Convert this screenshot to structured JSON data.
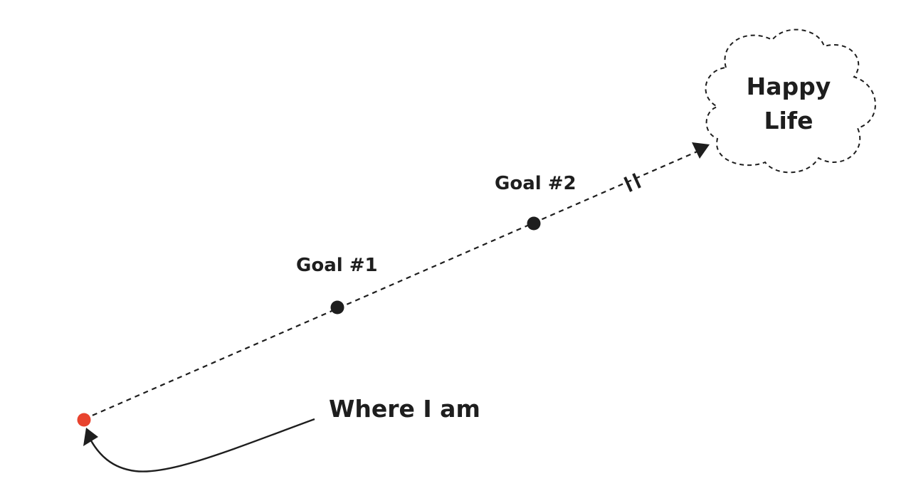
{
  "goals": [
    {
      "label": "Goal #1"
    },
    {
      "label": "Goal #2"
    }
  ],
  "destination": {
    "line1": "Happy",
    "line2": "Life"
  },
  "start": {
    "label": "Where I am"
  },
  "colors": {
    "start_dot": "#e8432e",
    "goal_dot": "#1e1e1e",
    "stroke": "#1e1e1e",
    "background": "#ffffff"
  }
}
